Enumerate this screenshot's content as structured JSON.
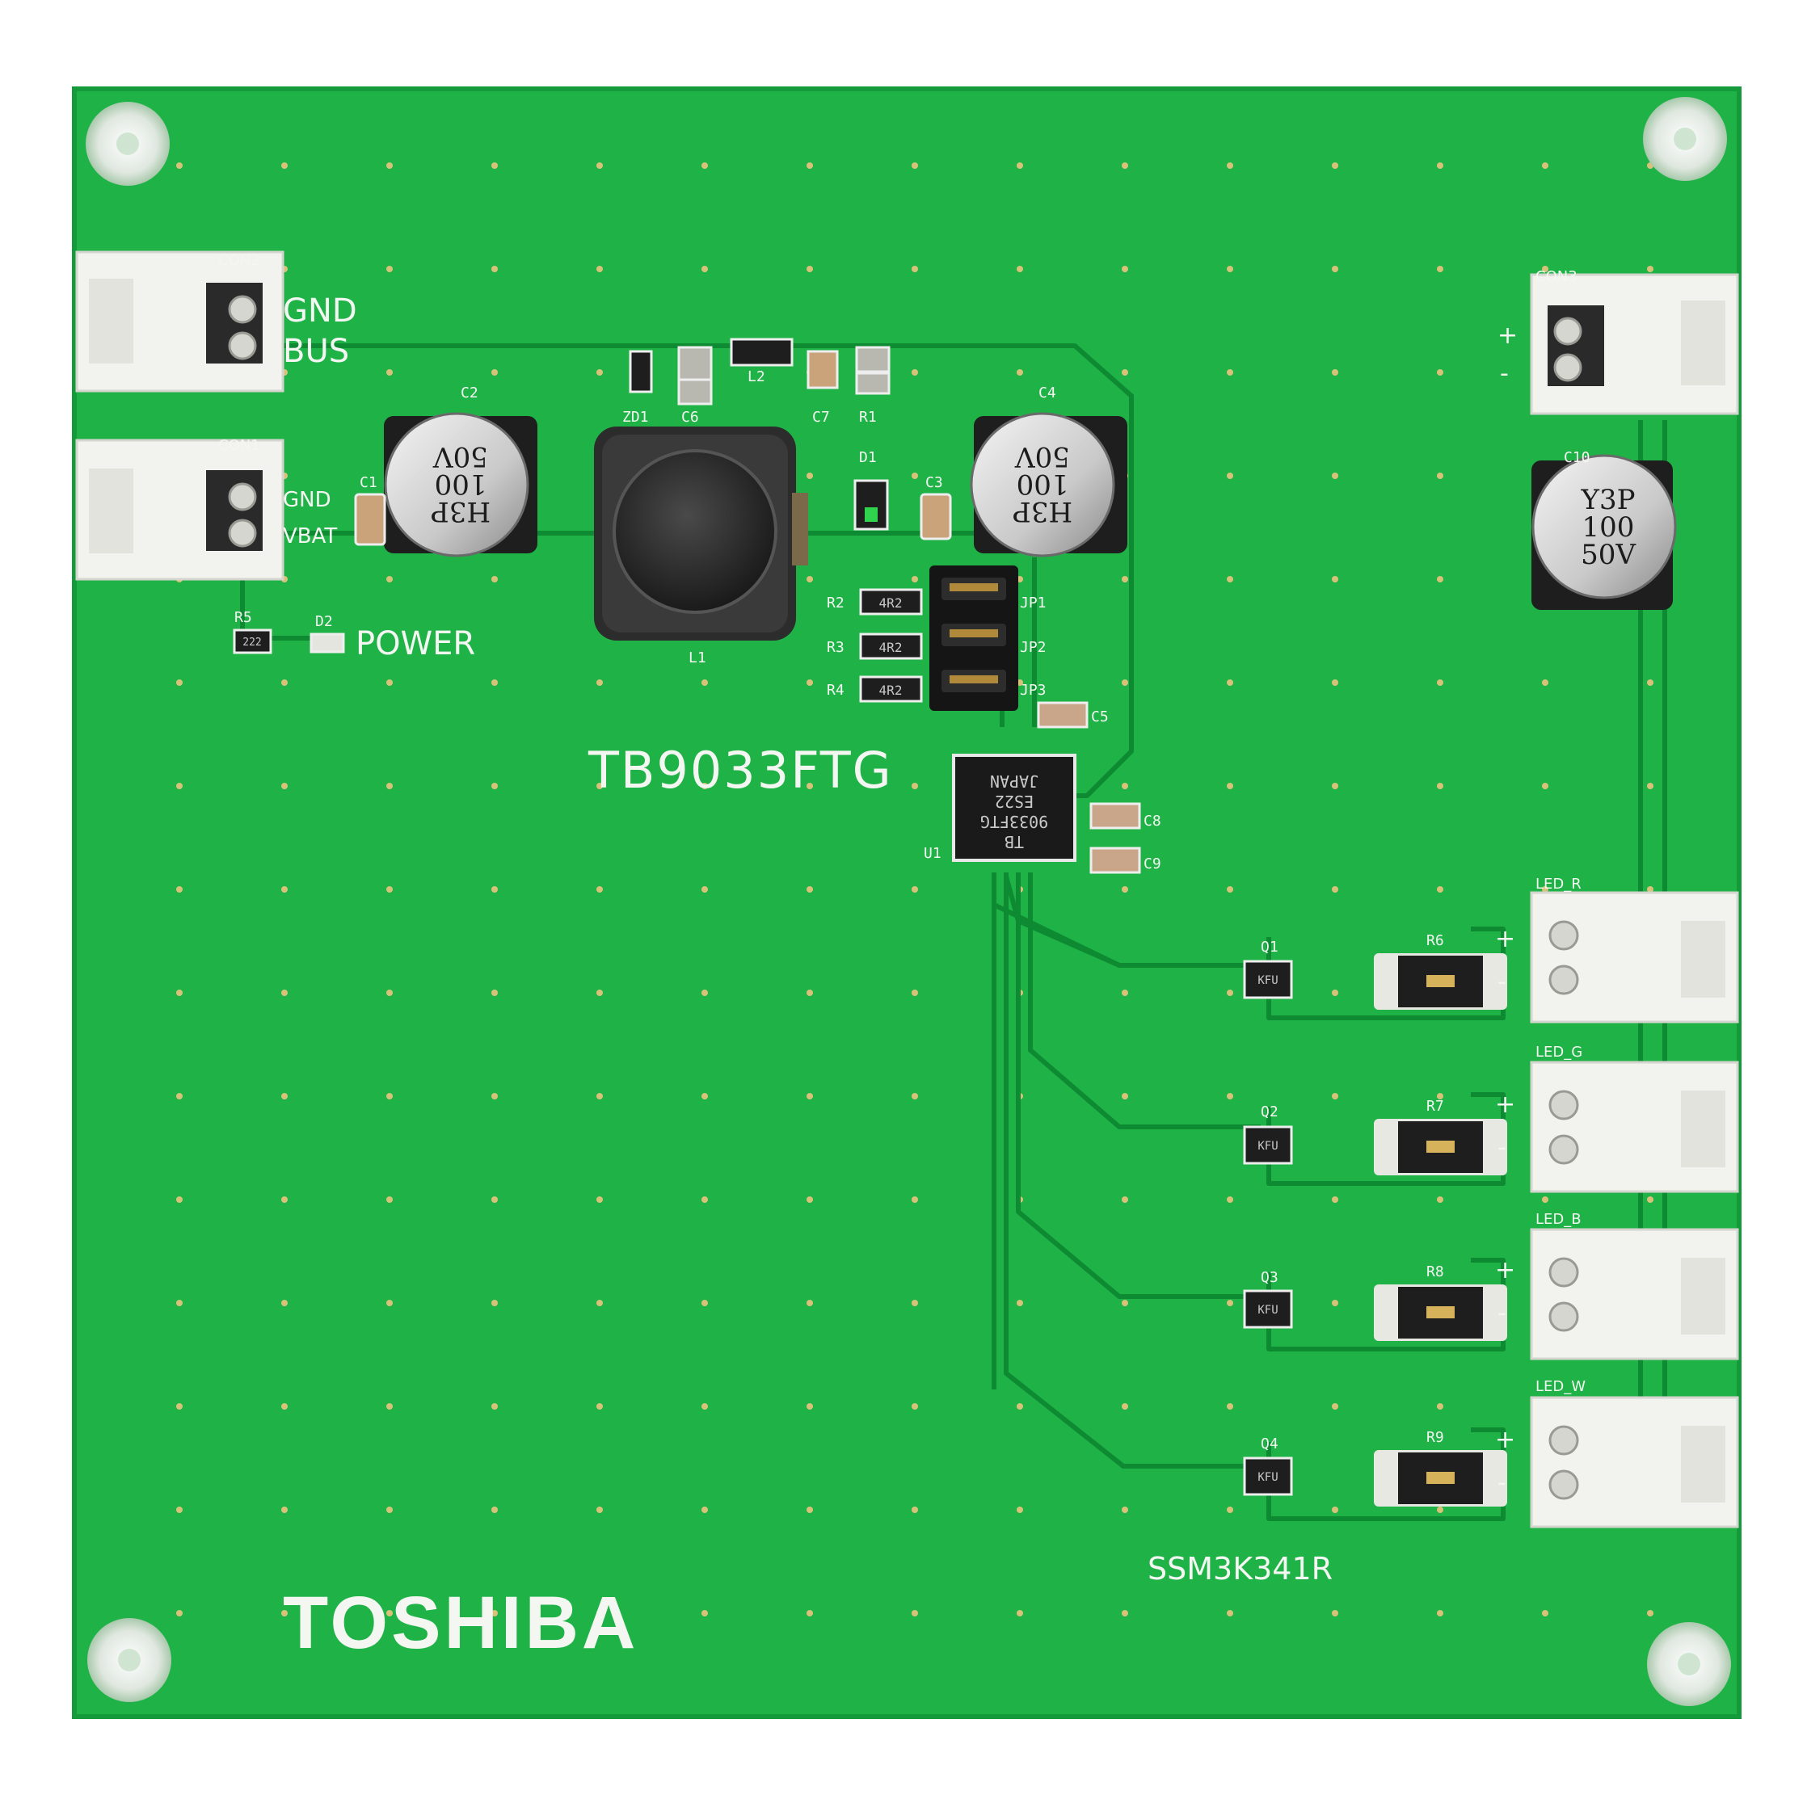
{
  "board": {
    "logo": "TOSHIBA",
    "ic_label": "TB9033FTG",
    "mosfet_label": "SSM3K341R",
    "power_label": "POWER",
    "connectors": {
      "con2": {
        "ref": "CON2",
        "pin1": "GND",
        "pin2": "BUS"
      },
      "con1": {
        "ref": "CON1",
        "pin1": "GND",
        "pin2": "VBAT"
      },
      "con3": {
        "ref": "CON3",
        "pin1": "+",
        "pin2": "-"
      },
      "led_r": {
        "ref": "LED_R",
        "plus": "+",
        "minus": "-"
      },
      "led_g": {
        "ref": "LED_G",
        "plus": "+",
        "minus": "-"
      },
      "led_b": {
        "ref": "LED_B",
        "plus": "+",
        "minus": "-"
      },
      "led_w": {
        "ref": "LED_W",
        "plus": "+",
        "minus": "-"
      }
    },
    "refdes": {
      "c1": "C1",
      "c2": "C2",
      "c3": "C3",
      "c4": "C4",
      "c5": "C5",
      "c6": "C6",
      "c7": "C7",
      "c8": "C8",
      "c9": "C9",
      "c10": "C10",
      "l1": "L1",
      "l2": "L2",
      "zd1": "ZD1",
      "d1": "D1",
      "d2": "D2",
      "r1": "R1",
      "r2": "R2",
      "r3": "R3",
      "r4": "R4",
      "r5": "R5",
      "r6": "R6",
      "r7": "R7",
      "r8": "R8",
      "r9": "R9",
      "jp1": "JP1",
      "jp2": "JP2",
      "jp3": "JP3",
      "u1": "U1",
      "q1": "Q1",
      "q2": "Q2",
      "q3": "Q3",
      "q4": "Q4"
    },
    "cap_marking": {
      "series": "H3P",
      "value": "100",
      "voltage": "50V"
    },
    "cap10_marking": {
      "series": "Y3P",
      "value": "100",
      "voltage": "50V"
    },
    "chip_marking": {
      "line1": "TB",
      "line2": "9033FTG",
      "line3": "ES22",
      "line4": "JAPAN"
    },
    "mosfet_marking": "KFU",
    "resistor_marking": "4R2",
    "r5_marking": "222",
    "colors": {
      "pcb": "#1fb347",
      "trace": "#0d8a32",
      "silk": "#f4f6f2",
      "connector": "#f2f2ee"
    }
  }
}
